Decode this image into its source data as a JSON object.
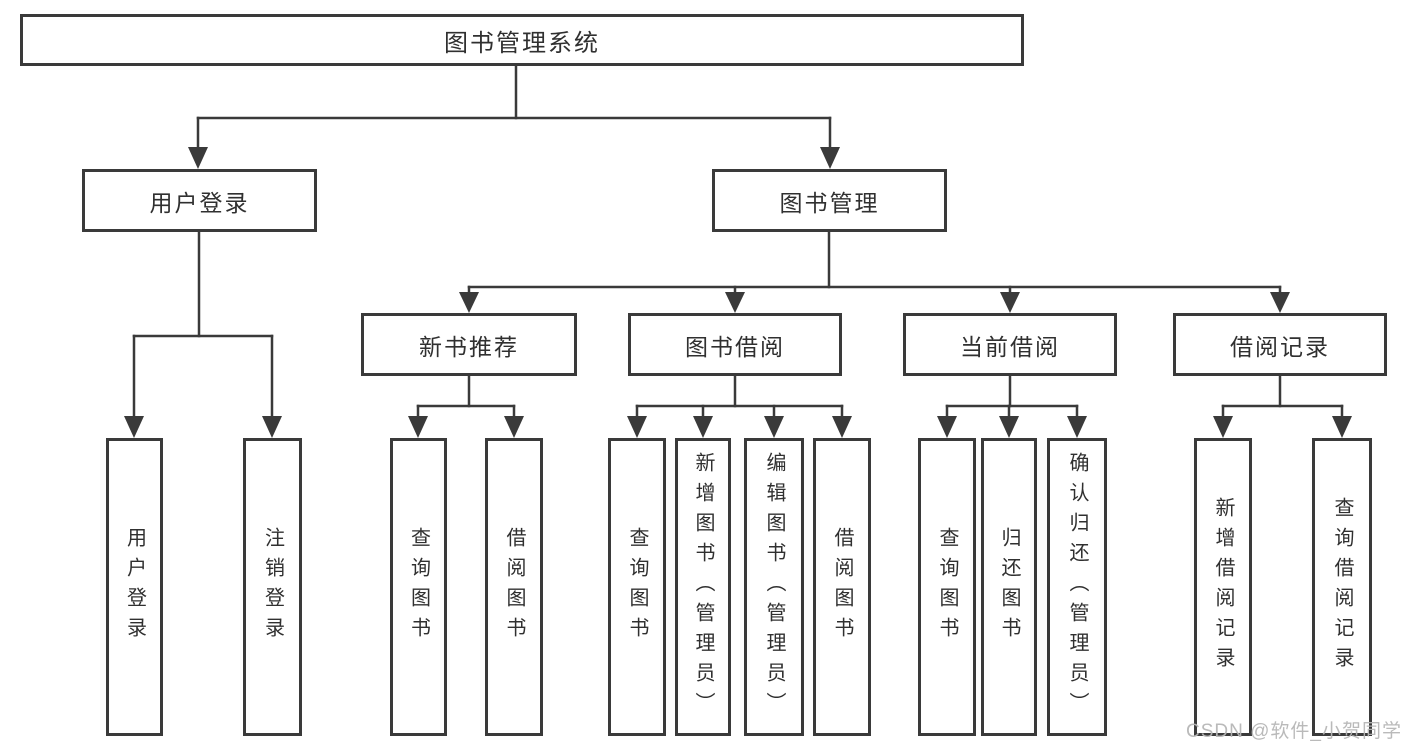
{
  "diagram_title": "图书管理系统",
  "colors": {
    "line": "#3a3a3a",
    "box_border": "#3a3a3a",
    "text": "#303030",
    "background": "#ffffff",
    "watermark": "#b6b6b6"
  },
  "watermark": {
    "text": "CSDN @软件_小贺同学"
  },
  "nodes": {
    "root": {
      "label": "图书管理系统"
    },
    "level2": [
      {
        "label": "用户登录",
        "parent": "图书管理系统"
      },
      {
        "label": "图书管理",
        "parent": "图书管理系统"
      }
    ],
    "level3": [
      {
        "label": "新书推荐",
        "parent": "图书管理"
      },
      {
        "label": "图书借阅",
        "parent": "图书管理"
      },
      {
        "label": "当前借阅",
        "parent": "图书管理"
      },
      {
        "label": "借阅记录",
        "parent": "图书管理"
      }
    ],
    "leaves": [
      {
        "label": "用户登录",
        "parent": "用户登录"
      },
      {
        "label": "注销登录",
        "parent": "用户登录"
      },
      {
        "label": "查询图书",
        "parent": "新书推荐"
      },
      {
        "label": "借阅图书",
        "parent": "新书推荐"
      },
      {
        "label": "查询图书",
        "parent": "图书借阅"
      },
      {
        "label": "新增图书（管理员）",
        "parent": "图书借阅"
      },
      {
        "label": "编辑图书（管理员）",
        "parent": "图书借阅"
      },
      {
        "label": "借阅图书",
        "parent": "图书借阅"
      },
      {
        "label": "查询图书",
        "parent": "当前借阅"
      },
      {
        "label": "归还图书",
        "parent": "当前借阅"
      },
      {
        "label": "确认归还（管理员）",
        "parent": "当前借阅"
      },
      {
        "label": "新增借阅记录",
        "parent": "借阅记录"
      },
      {
        "label": "查询借阅记录",
        "parent": "借阅记录"
      }
    ]
  }
}
